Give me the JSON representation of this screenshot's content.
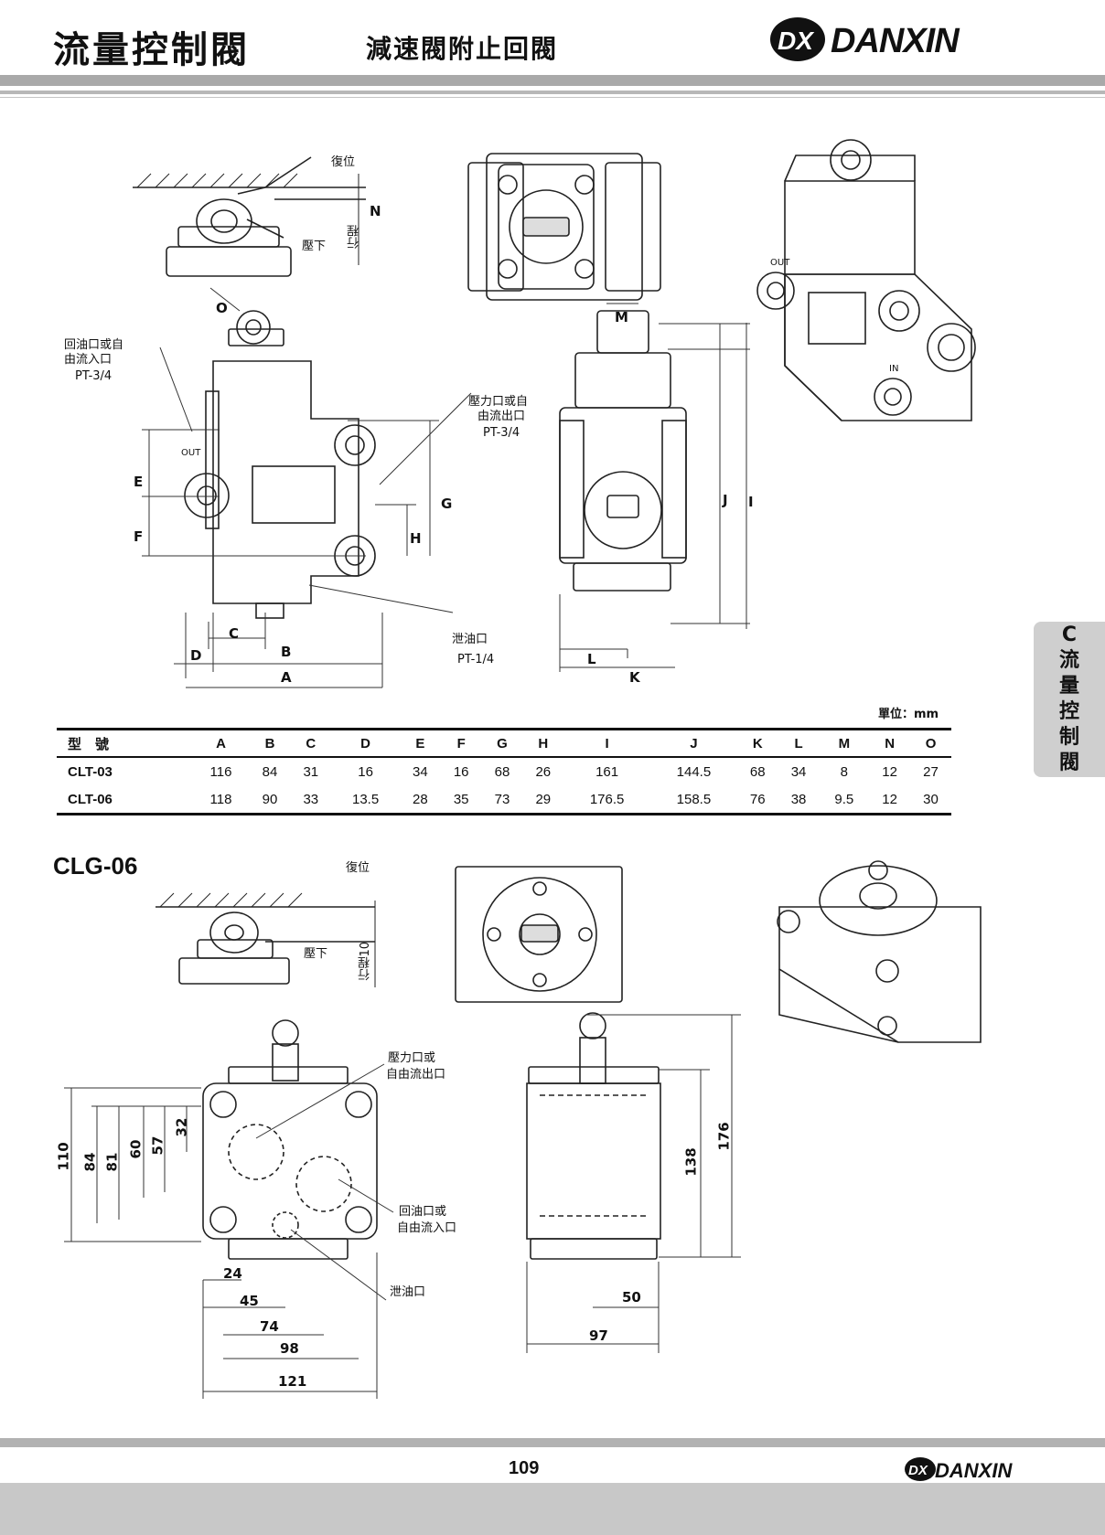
{
  "header": {
    "title": "流量控制閥",
    "subtitle": "減速閥附止回閥",
    "brand": "DANXIN",
    "logo_text": "DX"
  },
  "side_tab": [
    "C",
    "流",
    "量",
    "控",
    "制",
    "閥"
  ],
  "clt": {
    "labels": {
      "reset": "復位",
      "press": "壓下",
      "stroke": "行程",
      "return_port": "回油口或自由流入口",
      "return_port_line1": "回油口或自",
      "return_port_line2": "由流入口",
      "return_thread": "PT-3/4",
      "pressure_port_line1": "壓力口或自",
      "pressure_port_line2": "由流出口",
      "pressure_thread": "PT-3/4",
      "drain_port": "泄油口",
      "drain_thread": "PT-1/4",
      "out": "OUT",
      "in": "IN"
    },
    "dims": {
      "A": "A",
      "B": "B",
      "C": "C",
      "D": "D",
      "E": "E",
      "F": "F",
      "G": "G",
      "H": "H",
      "I": "I",
      "J": "J",
      "K": "K",
      "L": "L",
      "M": "M",
      "N": "N",
      "O": "O"
    }
  },
  "spec_table": {
    "unit": "單位：mm",
    "columns": [
      "型　號",
      "A",
      "B",
      "C",
      "D",
      "E",
      "F",
      "G",
      "H",
      "I",
      "J",
      "K",
      "L",
      "M",
      "N",
      "O"
    ],
    "rows": [
      [
        "CLT-03",
        "116",
        "84",
        "31",
        "16",
        "34",
        "16",
        "68",
        "26",
        "161",
        "144.5",
        "68",
        "34",
        "8",
        "12",
        "27"
      ],
      [
        "CLT-06",
        "118",
        "90",
        "33",
        "13.5",
        "28",
        "35",
        "73",
        "29",
        "176.5",
        "158.5",
        "76",
        "38",
        "9.5",
        "12",
        "30"
      ]
    ]
  },
  "clg": {
    "model": "CLG-06",
    "labels": {
      "reset": "復位",
      "press": "壓下",
      "stroke": "行程10",
      "pressure_line1": "壓力口或",
      "pressure_line2": "自由流出口",
      "return_line1": "回油口或",
      "return_line2": "自由流入口",
      "drain": "泄油口"
    },
    "dims": {
      "d110": "110",
      "d84": "84",
      "d81": "81",
      "d60": "60",
      "d57": "57",
      "d32": "32",
      "d24": "24",
      "d45": "45",
      "d74": "74",
      "d98": "98",
      "d121": "121",
      "d138": "138",
      "d176": "176",
      "d50": "50",
      "d97": "97"
    }
  },
  "footer": {
    "page_number": "109",
    "brand": "DANXIN",
    "logo_text": "DX"
  }
}
